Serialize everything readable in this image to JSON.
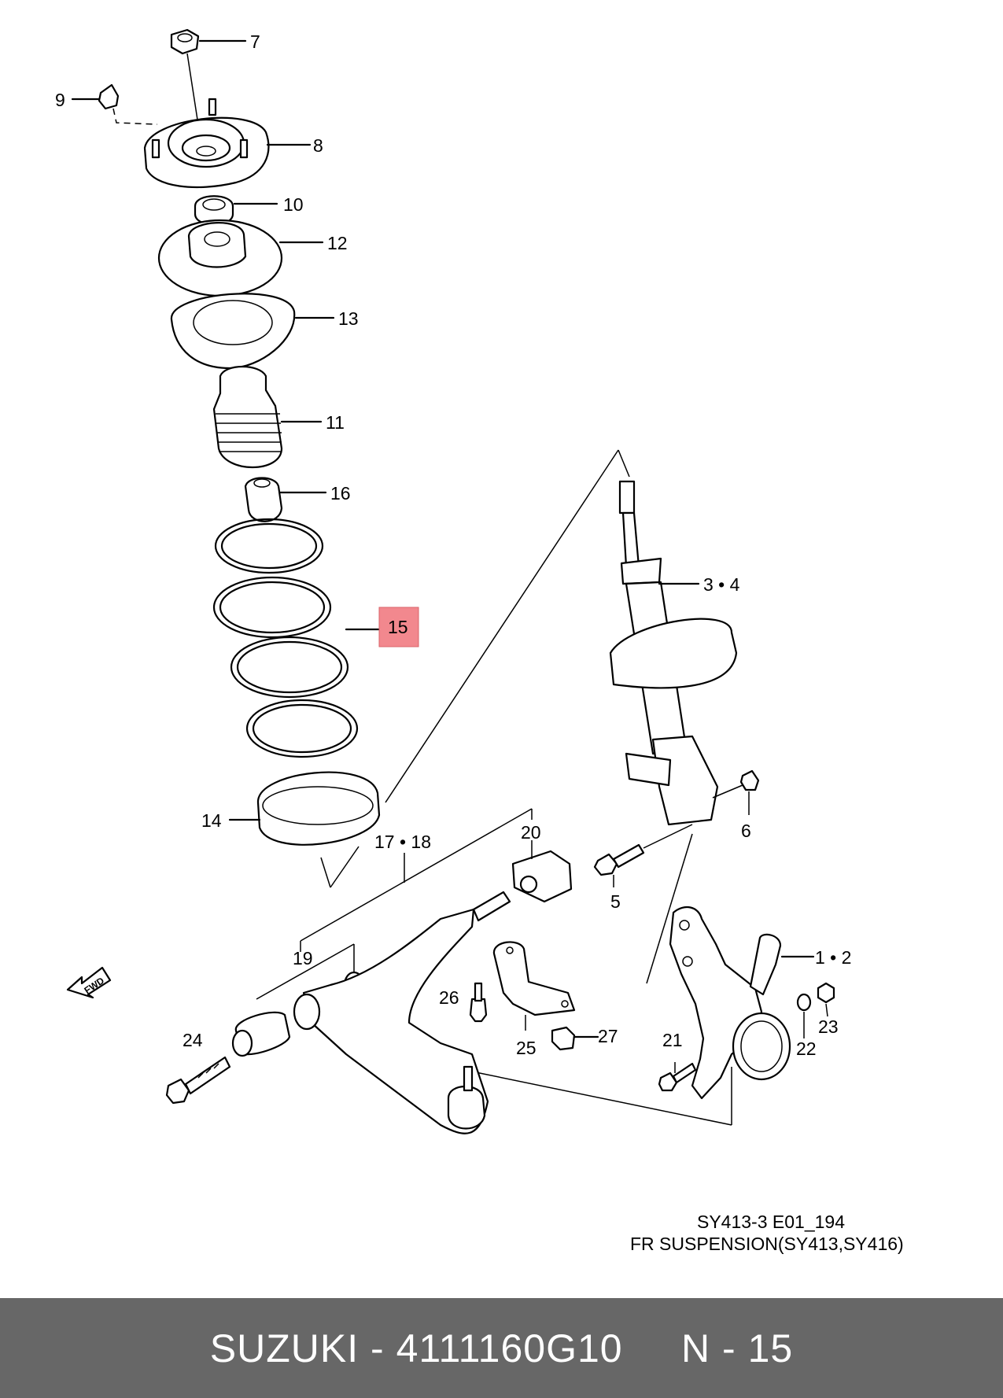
{
  "diagram": {
    "title": "FR SUSPENSION(SY413,SY416)",
    "code": "SY413-3 E01_194",
    "direction_label": "FWD",
    "highlighted_part": "15",
    "highlight_color": "#f2888e",
    "parts": {
      "p1_2": "1 • 2",
      "p3_4": "3 • 4",
      "p5": "5",
      "p6": "6",
      "p7": "7",
      "p8": "8",
      "p9": "9",
      "p10": "10",
      "p11": "11",
      "p12": "12",
      "p13": "13",
      "p14": "14",
      "p15": "15",
      "p16": "16",
      "p17_18": "17 • 18",
      "p19": "19",
      "p20": "20",
      "p21": "21",
      "p22": "22",
      "p23": "23",
      "p24": "24",
      "p25": "25",
      "p26": "26",
      "p27": "27"
    }
  },
  "footer": {
    "text": "SUZUKI - 4111160G10     N - 15",
    "background": "#676767"
  }
}
